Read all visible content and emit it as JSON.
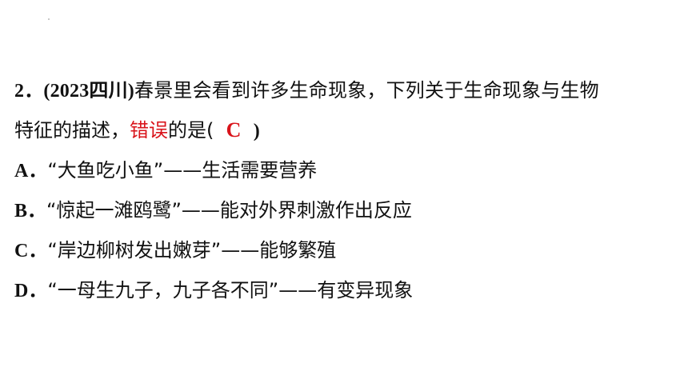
{
  "question": {
    "number": "2．",
    "source": "(2023四川)",
    "stem_line1": "春景里会看到许多生命现象，下列关于生命现象与生物",
    "stem_line2_before": "特征的描述，",
    "highlight": "错误",
    "stem_line2_after": "的是(",
    "answer": "C",
    "close_paren": ")"
  },
  "options": [
    {
      "letter": "A．",
      "text": "“大鱼吃小鱼”——生活需要营养"
    },
    {
      "letter": "B．",
      "text": "“惊起一滩鸥鹭”——能对外界刺激作出反应"
    },
    {
      "letter": "C．",
      "text": "“岸边柳树发出嫩芽”——能够繁殖"
    },
    {
      "letter": "D．",
      "text": "“一母生九子，九子各不同”——有变异现象"
    }
  ],
  "colors": {
    "highlight": "#d9141b",
    "text": "#111111",
    "background": "#ffffff"
  }
}
